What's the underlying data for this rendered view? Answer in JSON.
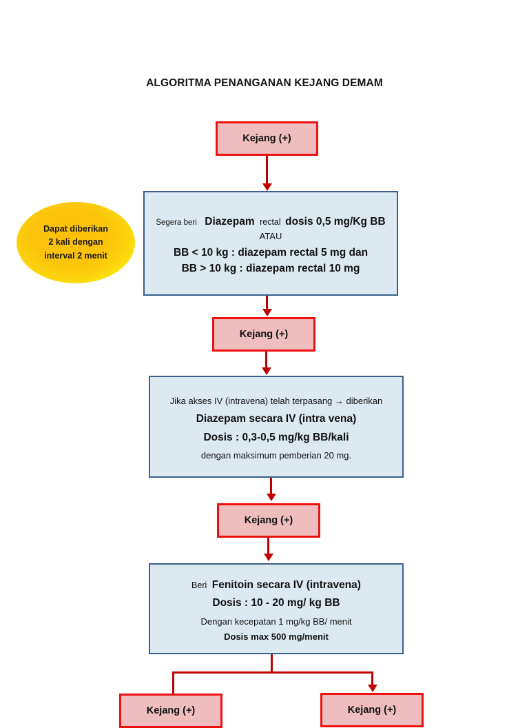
{
  "title": "ALGORITMA PENANGANAN KEJANG DEMAM",
  "note_ellipse": {
    "line1": "Dapat diberikan",
    "line2": "2 kali dengan",
    "line3": "interval 2 menit"
  },
  "nodes": {
    "kejang1": "Kejang (+)",
    "kejang2": "Kejang (+)",
    "kejang3": "Kejang (+)",
    "kejang_left": "Kejang (+)",
    "kejang_right": "Kejang (+)"
  },
  "step_diazepam_rectal": {
    "l1a": "Segera beri",
    "l1b": "Diazepam",
    "l1c": "rectal",
    "l1d": "dosis 0,5 mg/Kg BB",
    "l2": "ATAU",
    "l3": "BB < 10 kg : diazepam rectal 5 mg dan",
    "l4": "BB > 10 kg : diazepam rectal 10 mg"
  },
  "step_diazepam_iv": {
    "l1": "Jika akses IV (intravena) telah terpasang → diberikan",
    "l2": "Diazepam secara IV (intra vena)",
    "l3": "Dosis :  0,3-0,5   mg/kg BB/kali",
    "l4": "dengan maksimum pemberian 20 mg."
  },
  "step_fenitoin": {
    "l1a": "Beri",
    "l1b": "Fenitoin  secara IV (intravena)",
    "l2": "Dosis : 10 - 20 mg/ kg BB",
    "l3": "Dengan kecepatan 1 mg/kg BB/ menit",
    "l4": "Dosis max 500 mg/menit"
  },
  "colors": {
    "red_border": "#EE1111",
    "red_fill": "#EFBDBD",
    "blue_border": "#3B5F8A",
    "blue_fill": "#DCE9F1",
    "arrow": "#C00000",
    "ellipse_core": "#FBBE09",
    "ellipse_edge": "#FFF50A"
  }
}
